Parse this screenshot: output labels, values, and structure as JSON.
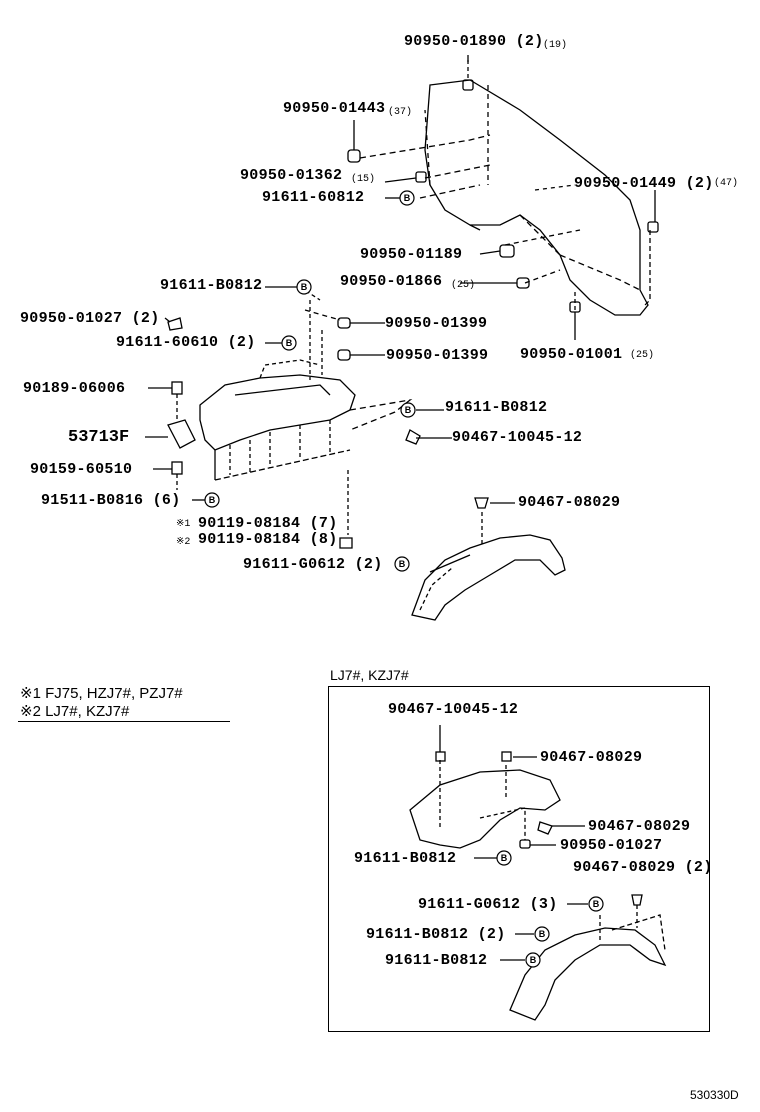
{
  "parts": {
    "p01": "90950-01890 (2)",
    "p01n": "(19)",
    "p02": "90950-01443",
    "p02n": "(37)",
    "p03": "90950-01362",
    "p03n": "(15)",
    "p04": "91611-60812",
    "p05": "90950-01449 (2)",
    "p05n": "(47)",
    "p06": "90950-01189",
    "p07": "90950-01866",
    "p07n": "(25)",
    "p08": "91611-B0812",
    "p09": "90950-01027 (2)",
    "p10": "90950-01399",
    "p11": "91611-60610 (2)",
    "p12": "90950-01399",
    "p13": "90950-01001",
    "p13n": "(25)",
    "p14": "90189-06006",
    "p15": "91611-B0812",
    "p16": "53713F",
    "p17": "90467-10045-12",
    "p18": "90159-60510",
    "p19": "91511-B0816 (6)",
    "p20": "90467-08029",
    "p21": "90119-08184 (7)",
    "p22": "90119-08184 (8)",
    "p23": "91611-G0612 (2)"
  },
  "marks": {
    "m1": "※1",
    "m2": "※2"
  },
  "notes": {
    "n1_mark": "※1",
    "n1_text": "FJ75, HZJ7#, PZJ7#",
    "n2_mark": "※2",
    "n2_text": "LJ7#, KZJ7#"
  },
  "inset": {
    "title": "LJ7#, KZJ7#",
    "q1": "90467-10045-12",
    "q2": "90467-08029",
    "q3": "90467-08029",
    "q4": "90950-01027",
    "q5": "91611-B0812",
    "q6": "90467-08029 (2)",
    "q7": "91611-G0612 (3)",
    "q8": "91611-B0812 (2)",
    "q9": "91611-B0812"
  },
  "b_symbol": "B",
  "diagram_code": "530330D"
}
